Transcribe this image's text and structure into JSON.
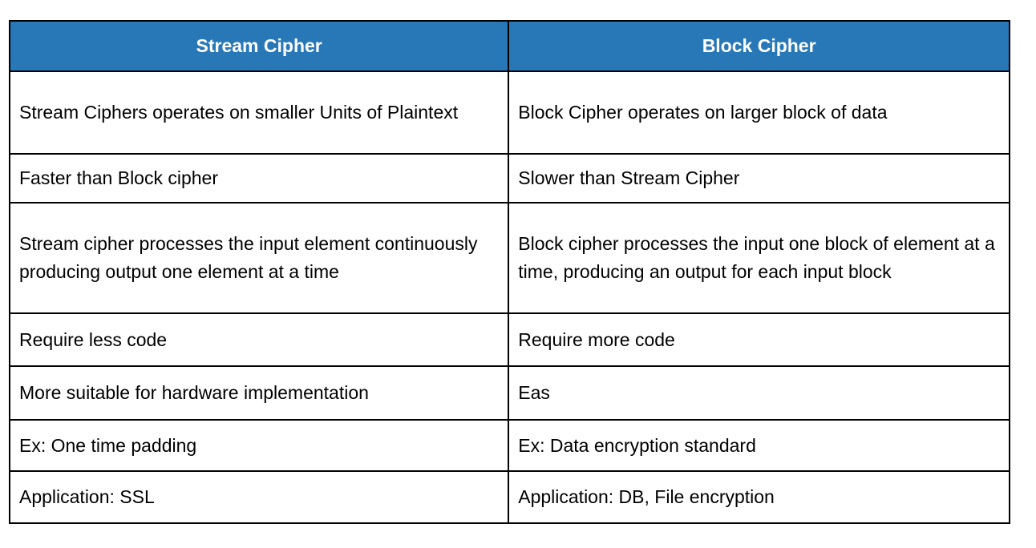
{
  "table": {
    "title": "Stream Cipher vs Block Cipher comparison table",
    "header_bg_color": "#2878B8",
    "header_text_color": "#FFFFFF",
    "border_color": "#000000",
    "headers": [
      "Stream Cipher",
      "Block Cipher"
    ],
    "rows": [
      [
        "Stream Ciphers operates on smaller Units of Plaintext",
        "Block Cipher operates on larger block of data"
      ],
      [
        "Faster than Block cipher",
        "Slower than Stream Cipher"
      ],
      [
        "Stream cipher processes the input element continuously producing output one element at a time",
        "Block cipher processes the input one block of element at a time, producing an output for each input block"
      ],
      [
        "Require less code",
        "Require more code"
      ],
      [
        "More suitable for hardware implementation",
        "Eas"
      ],
      [
        "Ex: One time padding",
        "Ex: Data encryption standard"
      ],
      [
        "Application: SSL",
        "Application: DB, File encryption"
      ]
    ]
  }
}
